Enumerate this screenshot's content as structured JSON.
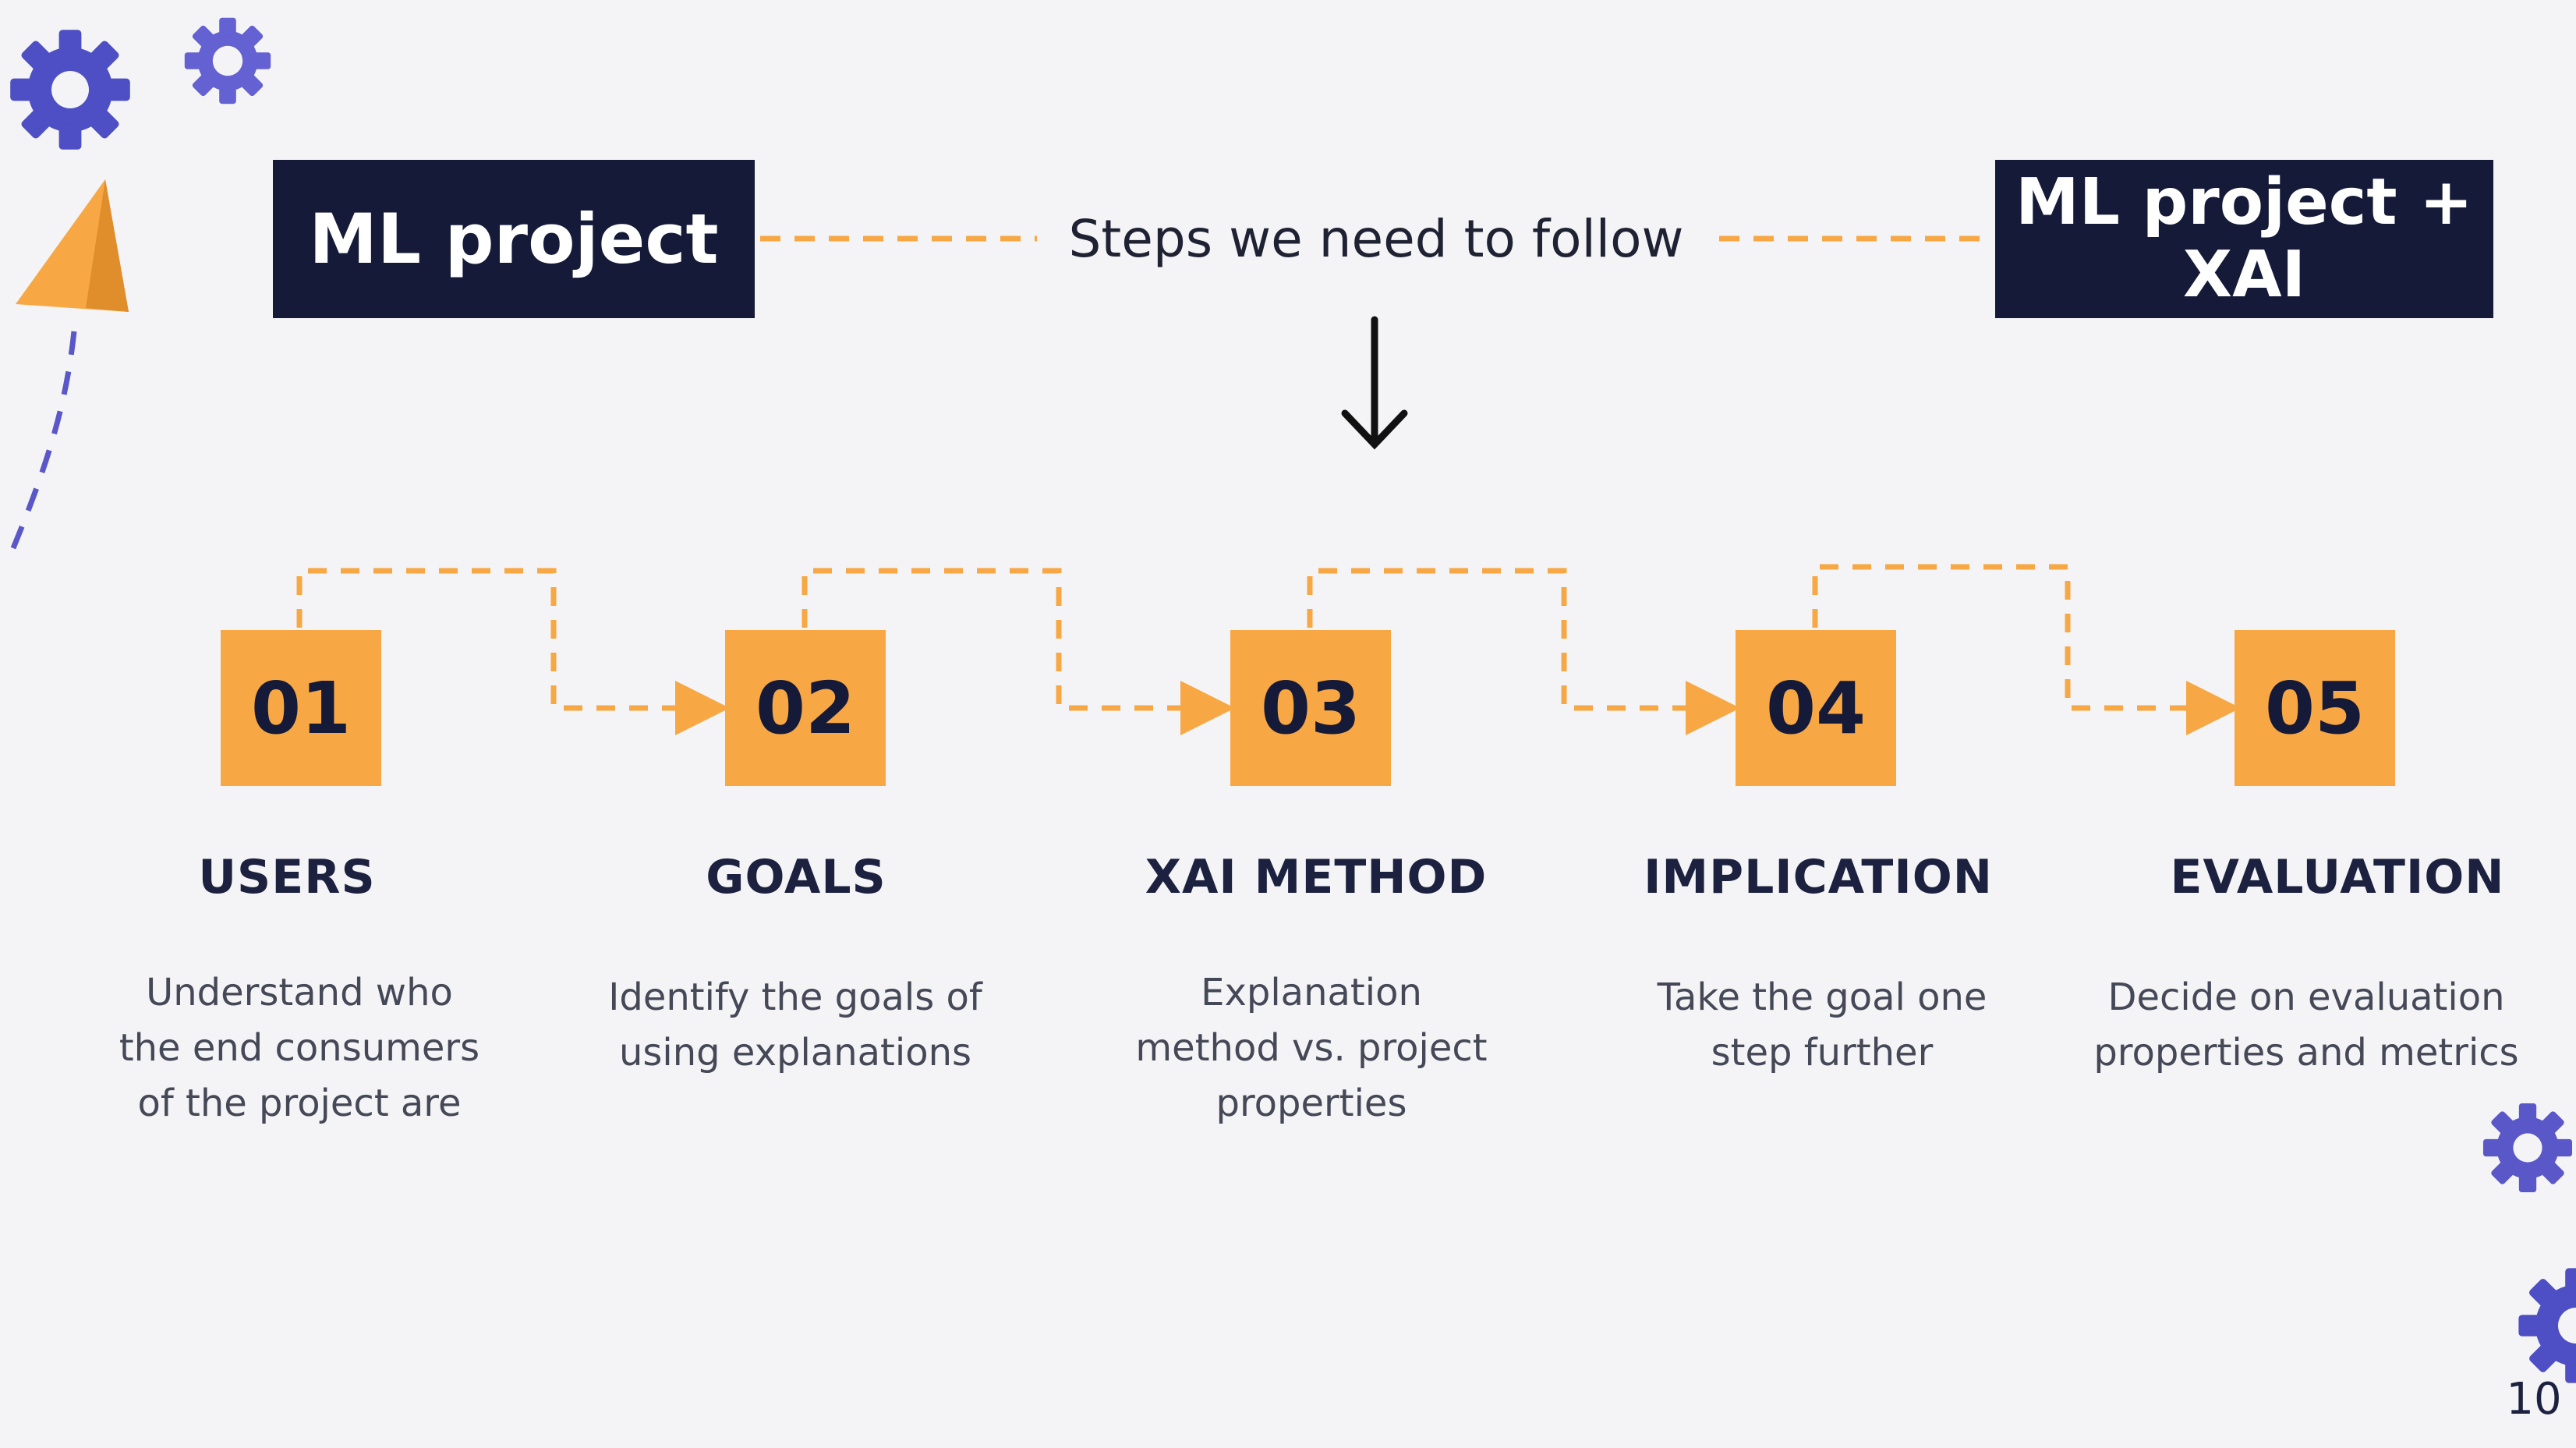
{
  "header": {
    "left_box": "ML project",
    "right_box_line1": "ML project +",
    "right_box_line2": "XAI",
    "subtitle": "Steps we need to follow"
  },
  "steps": [
    {
      "number": "01",
      "title": "USERS",
      "desc": [
        "Understand who",
        "the end consumers",
        "of the project are"
      ]
    },
    {
      "number": "02",
      "title": "GOALS",
      "desc": [
        "Identify the goals of",
        "using explanations"
      ]
    },
    {
      "number": "03",
      "title": "XAI METHOD",
      "desc": [
        "Explanation",
        "method vs. project",
        "properties"
      ]
    },
    {
      "number": "04",
      "title": "IMPLICATION",
      "desc": [
        "Take the goal one",
        "step further"
      ]
    },
    {
      "number": "05",
      "title": "EVALUATION",
      "desc": [
        "Decide on evaluation",
        "properties and metrics"
      ]
    }
  ],
  "page_number": "10",
  "colors": {
    "navy": "#141a38",
    "orange": "#f7a744",
    "gear_blue": "#5a57c9",
    "background": "#f4f4f6"
  },
  "icons": [
    "gear-icon",
    "paper-plane-icon",
    "down-arrow-icon"
  ]
}
